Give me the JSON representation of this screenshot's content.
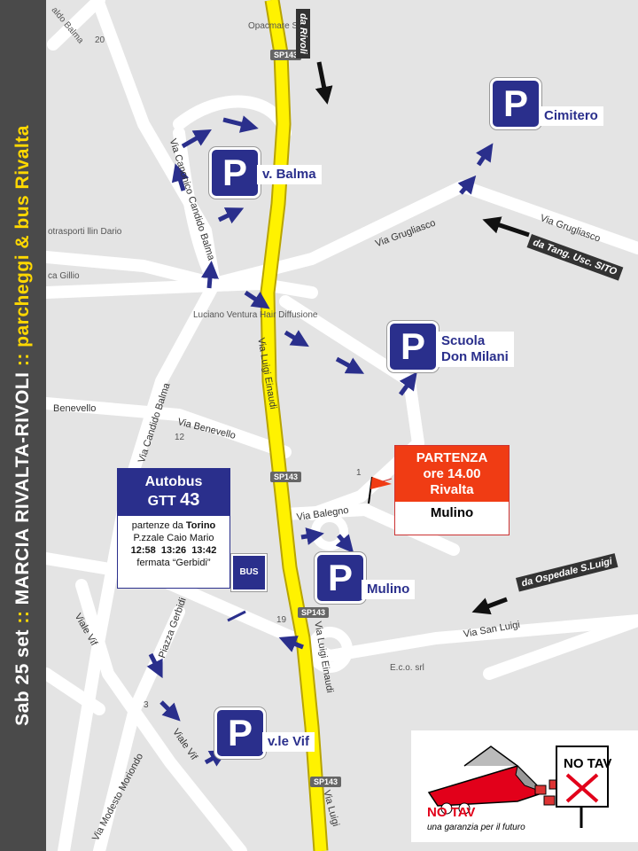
{
  "sidebar": {
    "part1": "Sab 25 set",
    "sep1": " :: ",
    "part2": "MARCIA RIVALTA-RIVOLI",
    "sep2": " :: ",
    "part3": "parcheggi & bus Rivalta"
  },
  "roads": {
    "via_luigi_einaudi": "Via Luigi Einaudi",
    "via_luigi_einaudi_2": "Via Luigi Einaudi",
    "via_luigi_bottom": "Via Luigi",
    "via_grugliasco_1": "Via Grugliasco",
    "via_grugliasco_2": "Via Grugliasco",
    "via_benevello_1": "Benevello",
    "via_benevello_2": "Via Benevello",
    "via_balegno": "Via Balegno",
    "via_san_luigi": "Via San Luigi",
    "viale_vif_1": "Viale Vif",
    "viale_vif_2": "Viale Vif",
    "piazza_gerbidi": "Piazza Gerbidi",
    "via_modesto_moriondo": "Via Modesto Moriondo",
    "via_canonico_balma": "Via Canonico Candido Balma",
    "via_candido_balma": "Via Candido Balma",
    "via_balma_top": "aldo Balma",
    "sp143": "SP143"
  },
  "places": {
    "opacmare": "Opacmare SPA",
    "luciano": "Luciano Ventura Hair Diffusione",
    "autotrasporti": "otrasporti llin Dario",
    "gillio": "ca Gillio",
    "eco": "E.c.o. srl"
  },
  "numbers": [
    "20",
    "12",
    "1",
    "19",
    "3"
  ],
  "directions": {
    "da_rivoli": "da Rivoli",
    "da_tangenziale": "da Tang. Usc. SITO",
    "da_ospedale": "da Ospedale S.Luigi"
  },
  "parkings": {
    "p_symbol": "P",
    "cimitero": "Cimitero",
    "balma": "v. Balma",
    "scuola_1": "Scuola",
    "scuola_2": "Don Milani",
    "mulino": "Mulino",
    "vif": "v.le Vif"
  },
  "partenza": {
    "line1": "PARTENZA",
    "line2": "ore 14.00",
    "line3": "Rivalta",
    "place": "Mulino"
  },
  "autobus": {
    "title": "Autobus",
    "line_prefix": "GTT",
    "line_number": "43",
    "departures_prefix": "partenze da",
    "departures_city": "Torino",
    "stop_place": "P.zzale Caio Mario",
    "times": [
      "12:58",
      "13:26",
      "13:42"
    ],
    "stop": "fermata “Gerbidi”"
  },
  "bus_sign": "BUS",
  "notav": {
    "sign": "NO TAV",
    "title": "NO TAV",
    "subtitle": "una garanzia per il futuro"
  },
  "colors": {
    "highway": "#fff200",
    "parking": "#2a2f8c",
    "partenza": "#f03c14",
    "sidebar": "#4a4a4a",
    "sidebar_highlight": "#ffd800"
  }
}
